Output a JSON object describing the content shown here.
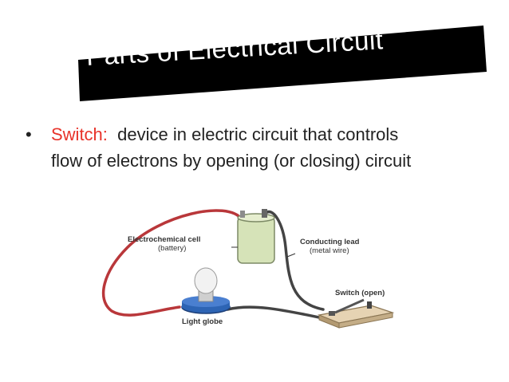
{
  "slide": {
    "title": "Parts of Electrical Circuit",
    "bullet": {
      "marker": "•",
      "term": "Switch:",
      "line1_rest": "  device in electric circuit that controls",
      "line2": "flow of electrons by opening (or closing) circuit"
    }
  },
  "diagram": {
    "labels": {
      "cell_line1": "Electrochemical cell",
      "cell_line2": "(battery)",
      "lead_line1": "Conducting lead",
      "lead_line2": "(metal wire)",
      "switch": "Switch (open)",
      "globe": "Light globe"
    }
  },
  "colors": {
    "banner": "#000000",
    "title_text": "#ffffff",
    "accent_term": "#e8332a",
    "body_text": "#222222",
    "wire_red": "#b9373a",
    "wire_dark": "#444444",
    "battery": "#d6e3b8",
    "globe_base": "#2d64b4",
    "switch_board": "#e6d3b3"
  }
}
